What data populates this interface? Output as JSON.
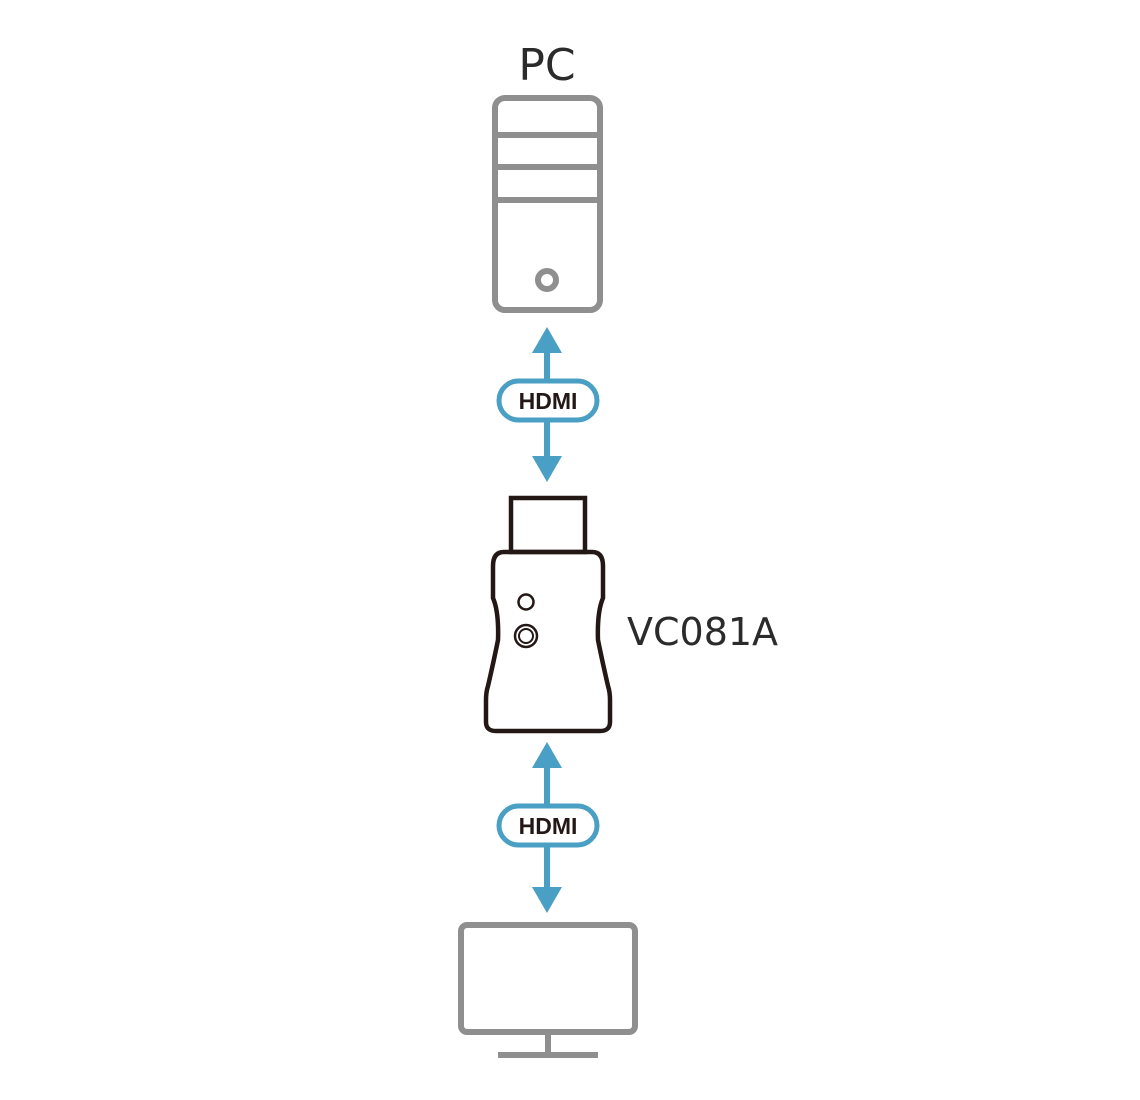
{
  "diagram": {
    "pc_label": "PC",
    "device_label": "VC081A",
    "top_link_label": "HDMI",
    "bottom_link_label": "HDMI",
    "colors": {
      "device_outline": "#8f8f8f",
      "link": "#4a9fc4",
      "adapter": "#231815"
    }
  }
}
